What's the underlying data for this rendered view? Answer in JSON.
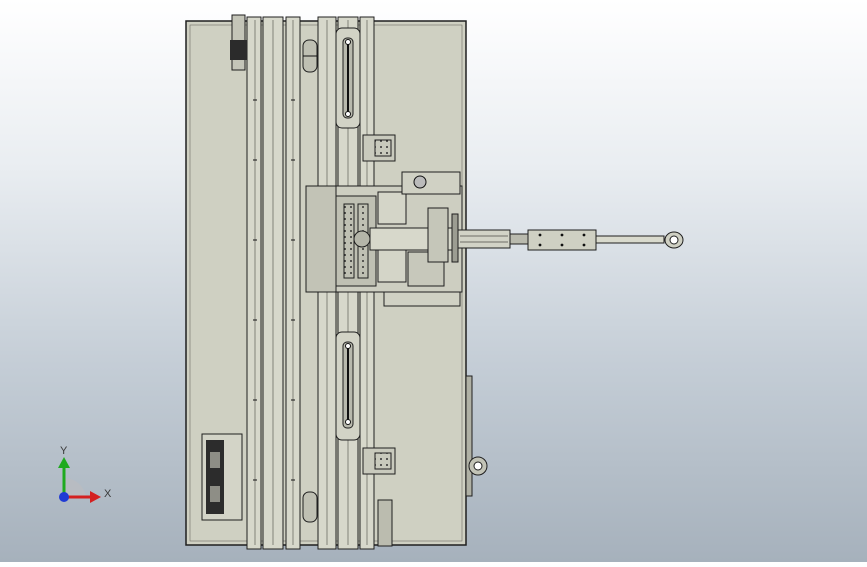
{
  "app": {
    "type": "cad-viewport",
    "view": "top"
  },
  "colors": {
    "background_top": "#ffffff",
    "background_bottom": "#a6b1bc",
    "plate": "#cfd0c2",
    "edge": "#1f1f1f",
    "axis_x": "#d42020",
    "axis_y": "#1faa1f",
    "axis_z": "#1f3ad4"
  },
  "triad": {
    "x_label": "X",
    "y_label": "Y"
  }
}
